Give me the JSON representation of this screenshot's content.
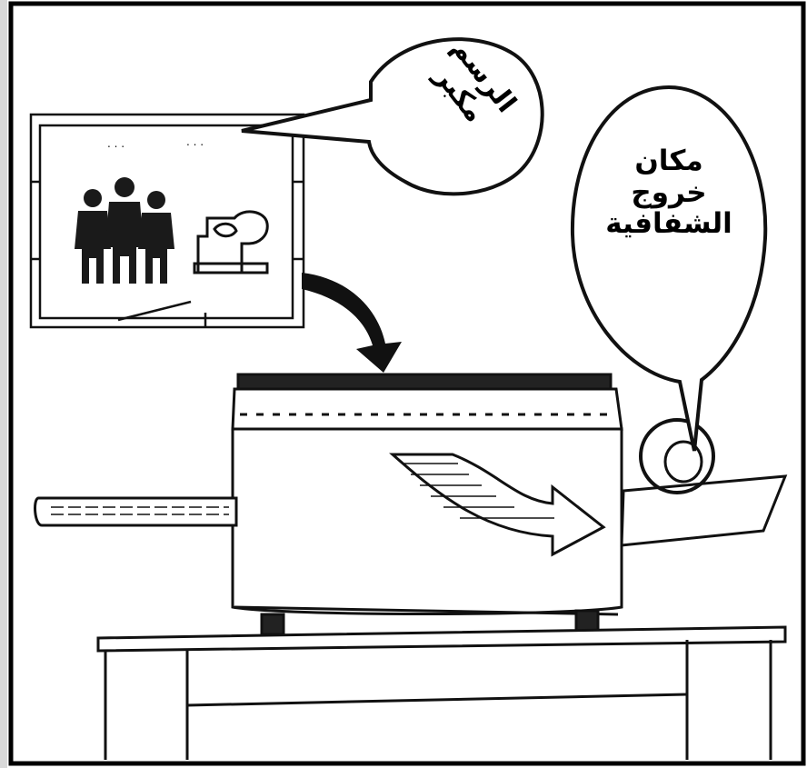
{
  "callouts": {
    "drawing": {
      "line1": "الرسم",
      "line2": "مكبر"
    },
    "exit": {
      "line1": "مكان",
      "line2": "خروج",
      "line3": "الشفافية"
    }
  },
  "colors": {
    "ink": "#111111",
    "paper": "#ffffff",
    "frame": "#000000"
  },
  "icons": [
    "group-of-people-icon",
    "machine-icon",
    "curved-arrow-icon",
    "film-roll-icon"
  ]
}
